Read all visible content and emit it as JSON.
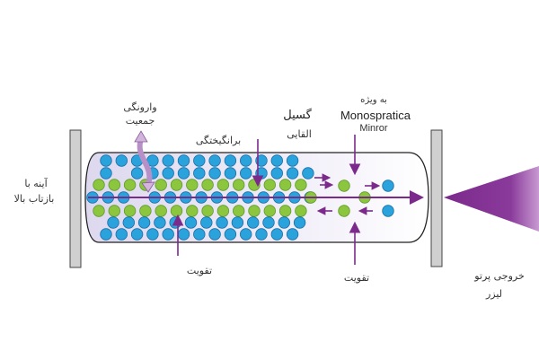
{
  "labels": {
    "mirror_left_1": "آینه با",
    "mirror_left_2": "بازتاب بالا",
    "inversion_1": "وارونگی",
    "inversion_2": "جمعیت",
    "excitation": "برانگیختگی",
    "emission_1": "گسیل",
    "emission_2": "القایی",
    "special": "به ویژه",
    "mono": "Monospratica",
    "minror": "Minror",
    "amplify_1": "تقویت",
    "amplify_2": "تقویت",
    "output_1": "خروجی پرتو",
    "output_2": "لیزر"
  },
  "colors": {
    "blue": "#2aa3dd",
    "green": "#8cc63f",
    "purple": "#7b2a8c",
    "tube": "#eeeaf6",
    "mirror": "#d0d0d0"
  }
}
